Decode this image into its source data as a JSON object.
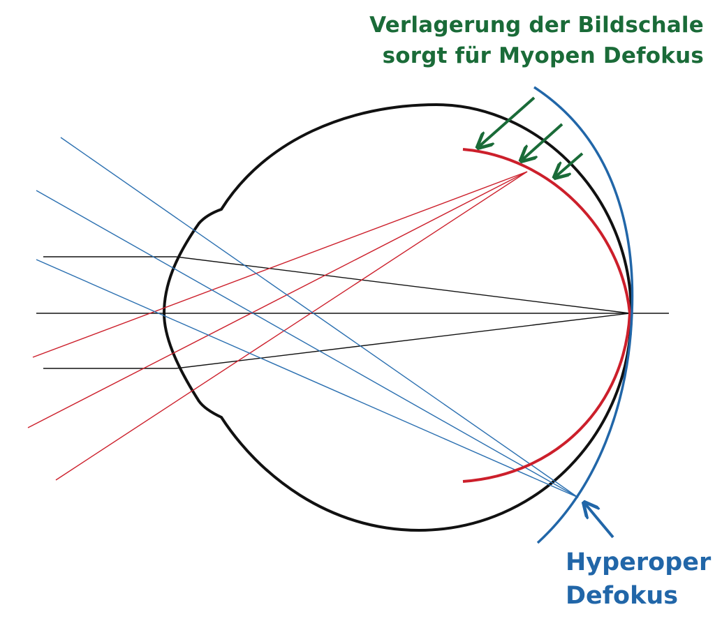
{
  "labels": {
    "myopic_line1": "Verlagerung der Bildschale",
    "myopic_line2": "sorgt für Myopen Defokus",
    "hyperopic_line1": "Hyperoper",
    "hyperopic_line2": "Defokus"
  },
  "colors": {
    "myopic_label": "#1a6b38",
    "hyperopic_label": "#2166a8",
    "myopic_arrows": "#1a6b38",
    "hyperopic_arrow": "#2166a8",
    "eye_outline": "#111111",
    "axis_rays": "#111111",
    "oblique_rays_red": "#cc1f2b",
    "oblique_rays_blue": "#2a6fb0",
    "image_shell_red": "#cc1f2b",
    "image_shell_blue": "#2166a8"
  }
}
